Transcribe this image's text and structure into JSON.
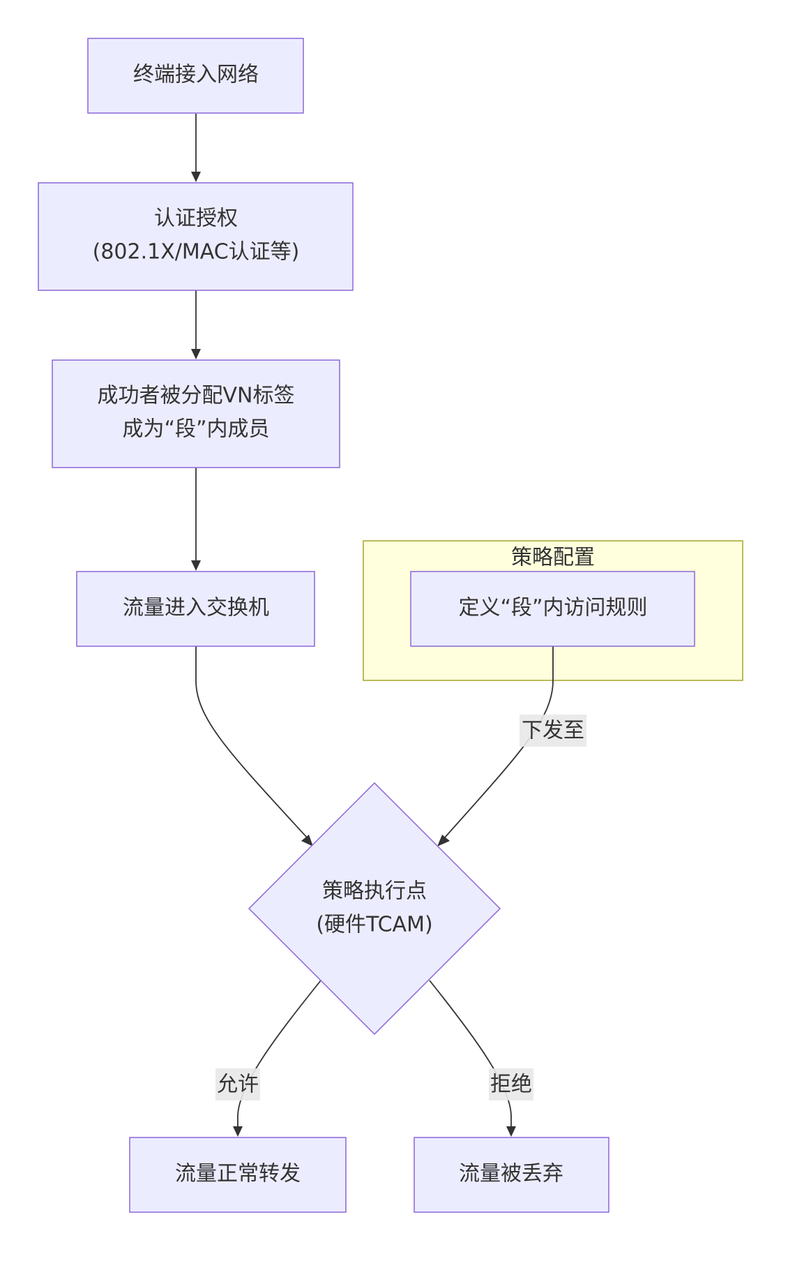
{
  "nodes": {
    "endpoint_access": {
      "label": "终端接入网络"
    },
    "authentication": {
      "line1": "认证授权",
      "line2": "(802.1X/MAC认证等)"
    },
    "vn_assignment": {
      "line1": "成功者被分配VN标签",
      "line2": "成为“段”内成员"
    },
    "traffic_enters": {
      "label": "流量进入交换机"
    },
    "enforcement_point": {
      "line1": "策略执行点",
      "line2": "(硬件TCAM)"
    },
    "define_rules": {
      "label": "定义“段”内访问规则"
    },
    "forward": {
      "label": "流量正常转发"
    },
    "drop": {
      "label": "流量被丢弃"
    }
  },
  "cluster": {
    "title": "策略配置"
  },
  "edge_labels": {
    "push_to": "下发至",
    "allow": "允许",
    "deny": "拒绝"
  },
  "colors": {
    "node_fill": "#ECECFF",
    "node_stroke": "#9370DB",
    "cluster_fill": "#FFFFDE",
    "cluster_stroke": "#AAAA33",
    "edge": "#333333",
    "edge_label_bg": "#E8E8E8"
  }
}
